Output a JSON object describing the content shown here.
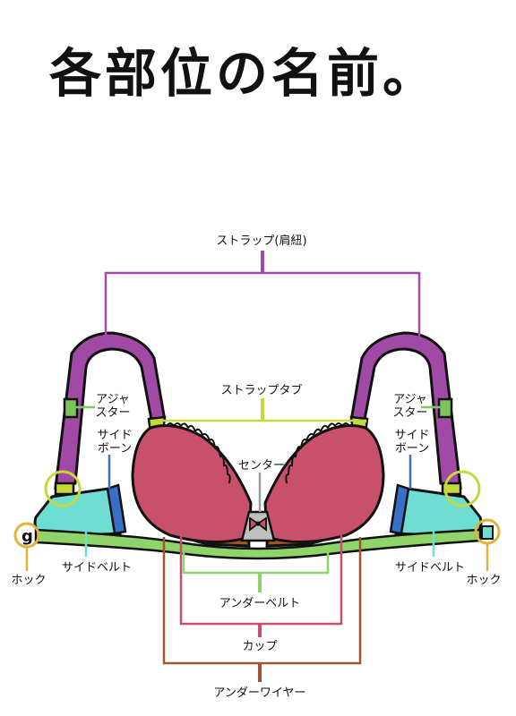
{
  "title": "各部位の名前。",
  "labels": {
    "strap": "ストラップ(肩紐)",
    "strap_tab": "ストラップタブ",
    "adjuster_left_1": "アジャ",
    "adjuster_left_2": "スター",
    "adjuster_right_1": "アジャ",
    "adjuster_right_2": "スター",
    "side_bone_left_1": "サイド",
    "side_bone_left_2": "ボーン",
    "side_bone_right_1": "サイド",
    "side_bone_right_2": "ボーン",
    "center": "センター",
    "hook_left": "ホック",
    "hook_right": "ホック",
    "side_belt_left": "サイドベルト",
    "side_belt_right": "サイドベルト",
    "under_belt": "アンダーベルト",
    "cup": "カップ",
    "under_wire": "アンダーワイヤー"
  },
  "colors": {
    "strap": "#a04aa5",
    "strap_tab": "#c7d93a",
    "adjuster": "#7dc55a",
    "side_bone": "#3a6fc8",
    "center": "#9a9a9a",
    "hook": "#e0b43a",
    "side_belt": "#6fded2",
    "under_belt": "#8fd46a",
    "cup": "#c8506a",
    "under_wire": "#a3542d"
  }
}
